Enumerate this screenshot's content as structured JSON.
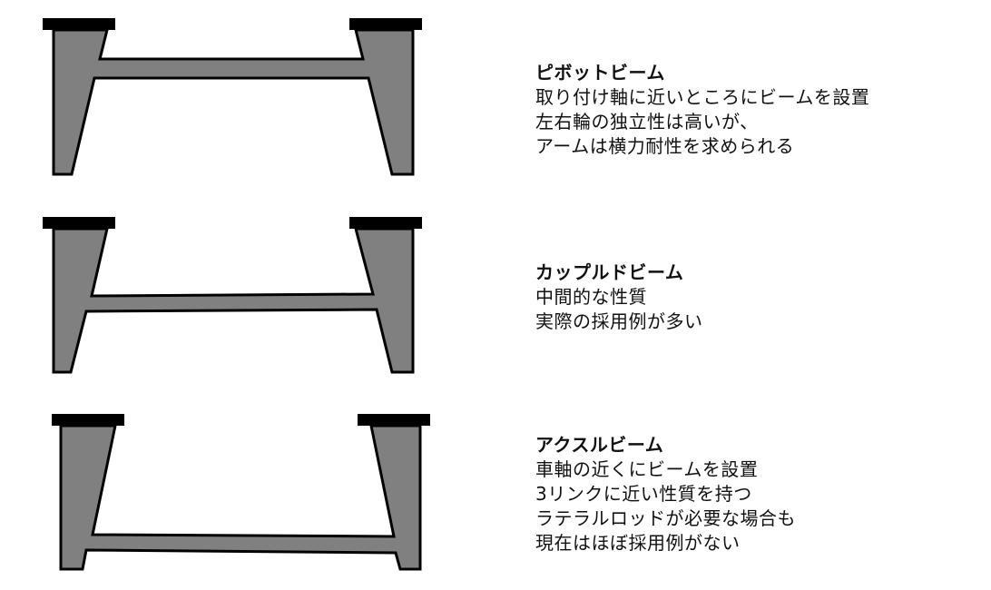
{
  "colors": {
    "arm_fill": "#808080",
    "outline": "#000000",
    "mount": "#000000",
    "background": "#ffffff"
  },
  "beams": [
    {
      "id": "pivot",
      "title": "ピボットビーム",
      "lines": [
        "取り付け軸に近いところにビームを設置",
        "左右輪の独立性は高いが、",
        "アームは横力耐性を求められる"
      ]
    },
    {
      "id": "coupled",
      "title": "カップルドビーム",
      "lines": [
        "中間的な性質",
        "実際の採用例が多い"
      ]
    },
    {
      "id": "axle",
      "title": "アクスルビーム",
      "lines": [
        "車軸の近くにビームを設置",
        "3リンクに近い性質を持つ",
        "ラテラルロッドが必要な場合も",
        "現在はほぼ採用例がない"
      ]
    }
  ]
}
